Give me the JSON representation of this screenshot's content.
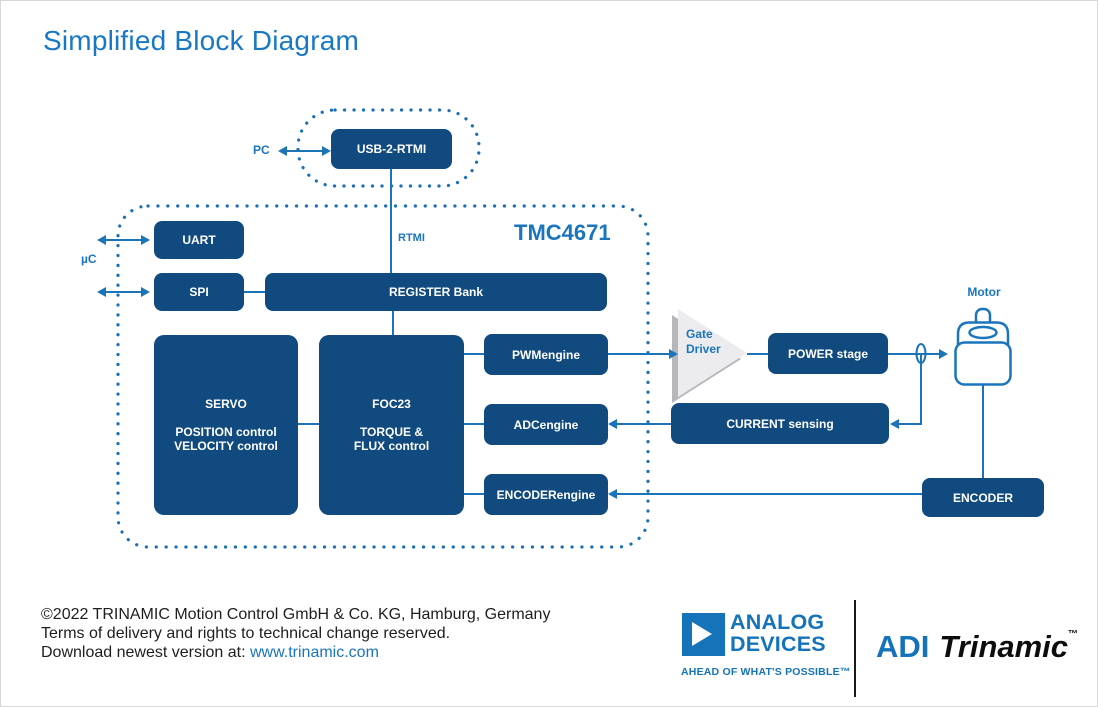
{
  "page": {
    "title": "Simplified Block Diagram"
  },
  "chip": {
    "name": "TMC4671"
  },
  "labels": {
    "pc": "PC",
    "microcontroller": "µC",
    "rtmi": "RTMI",
    "motor": "Motor"
  },
  "blocks": {
    "usb": {
      "label": "USB-2-RTMI"
    },
    "uart": {
      "label": "UART"
    },
    "spi": {
      "label": "SPI"
    },
    "register_bank": {
      "label": "REGISTER Bank"
    },
    "servo": {
      "title": "SERVO",
      "line1": "POSITION control",
      "line2": "VELOCITY control"
    },
    "foc": {
      "title": "FOC23",
      "line1": "TORQUE &",
      "line2": "FLUX control"
    },
    "pwm_engine": {
      "label": "PWMengine"
    },
    "adc_engine": {
      "label": "ADCengine"
    },
    "encoder_engine": {
      "label": "ENCODERengine"
    },
    "gate_driver": {
      "line1": "Gate",
      "line2": "Driver"
    },
    "power_stage": {
      "label": "POWER stage"
    },
    "current_sensing": {
      "label": "CURRENT sensing"
    },
    "encoder": {
      "label": "ENCODER"
    }
  },
  "footer": {
    "line1": "©2022 TRINAMIC Motion Control GmbH & Co. KG, Hamburg, Germany",
    "line2": "Terms of delivery and rights to technical change reserved.",
    "line3_prefix": "Download newest version at: ",
    "link": "www.trinamic.com"
  },
  "branding": {
    "analog": "ANALOG",
    "devices": "DEVICES",
    "tagline": "AHEAD OF WHAT'S POSSIBLE™",
    "adi": "ADI",
    "trinamic": "Trinamic",
    "trademark": "™"
  },
  "colors": {
    "navy": "#114A7E",
    "accent_blue": "#1B75BC",
    "triangle_gray": "#ECECEE"
  }
}
